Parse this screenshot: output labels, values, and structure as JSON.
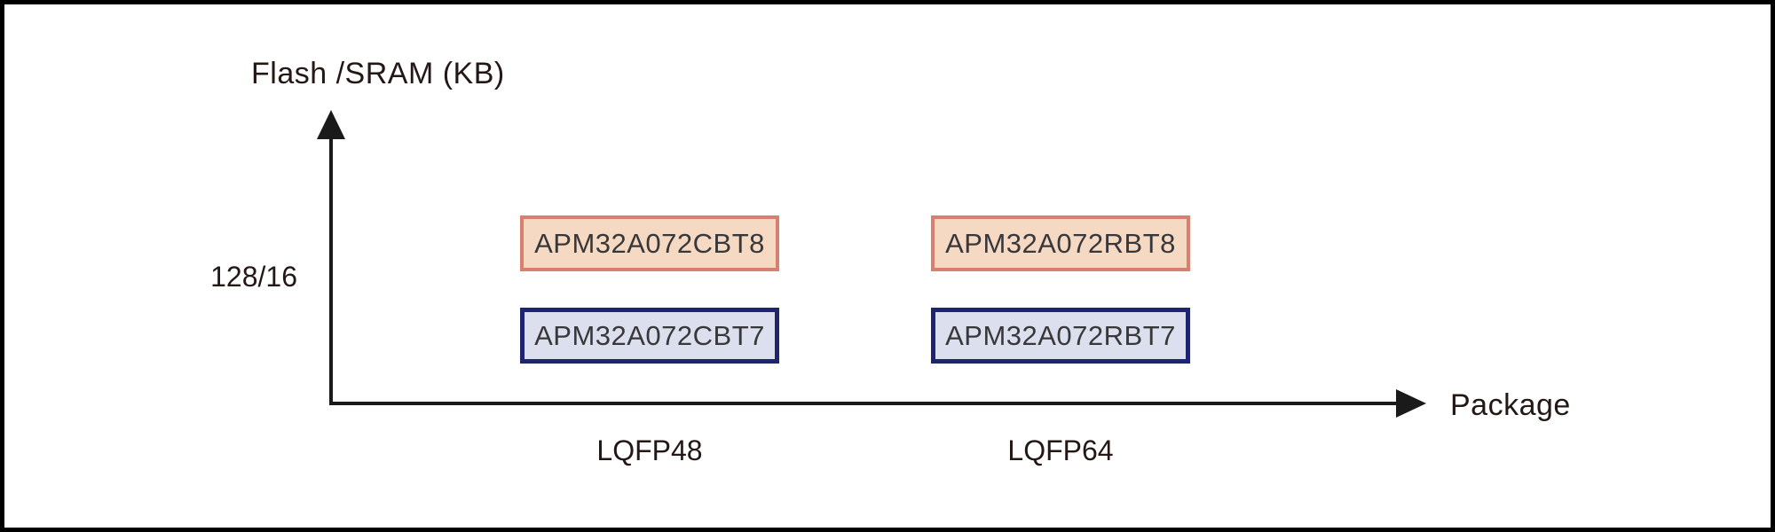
{
  "figure": {
    "y_axis": {
      "title": "Flash /SRAM (KB)",
      "tick": "128/16"
    },
    "x_axis": {
      "title": "Package",
      "ticks": [
        "LQFP48",
        "LQFP64"
      ]
    },
    "columns": [
      {
        "x_tick": "LQFP48",
        "boxes": [
          {
            "label": "APM32A072CBT8",
            "variant": "peach"
          },
          {
            "label": "APM32A072CBT7",
            "variant": "blue"
          }
        ]
      },
      {
        "x_tick": "LQFP64",
        "boxes": [
          {
            "label": "APM32A072RBT8",
            "variant": "peach"
          },
          {
            "label": "APM32A072RBT7",
            "variant": "blue"
          }
        ]
      }
    ],
    "colors": {
      "background": "#ffffff",
      "frame": "#000000",
      "axis": "#1a1a1a",
      "axis_text": "#231815",
      "box_text": "#38383a",
      "peach_fill": "#f6d9c3",
      "peach_border": "#d97f6e",
      "blue_fill": "#dcdfee",
      "blue_border": "#1e2470"
    }
  }
}
